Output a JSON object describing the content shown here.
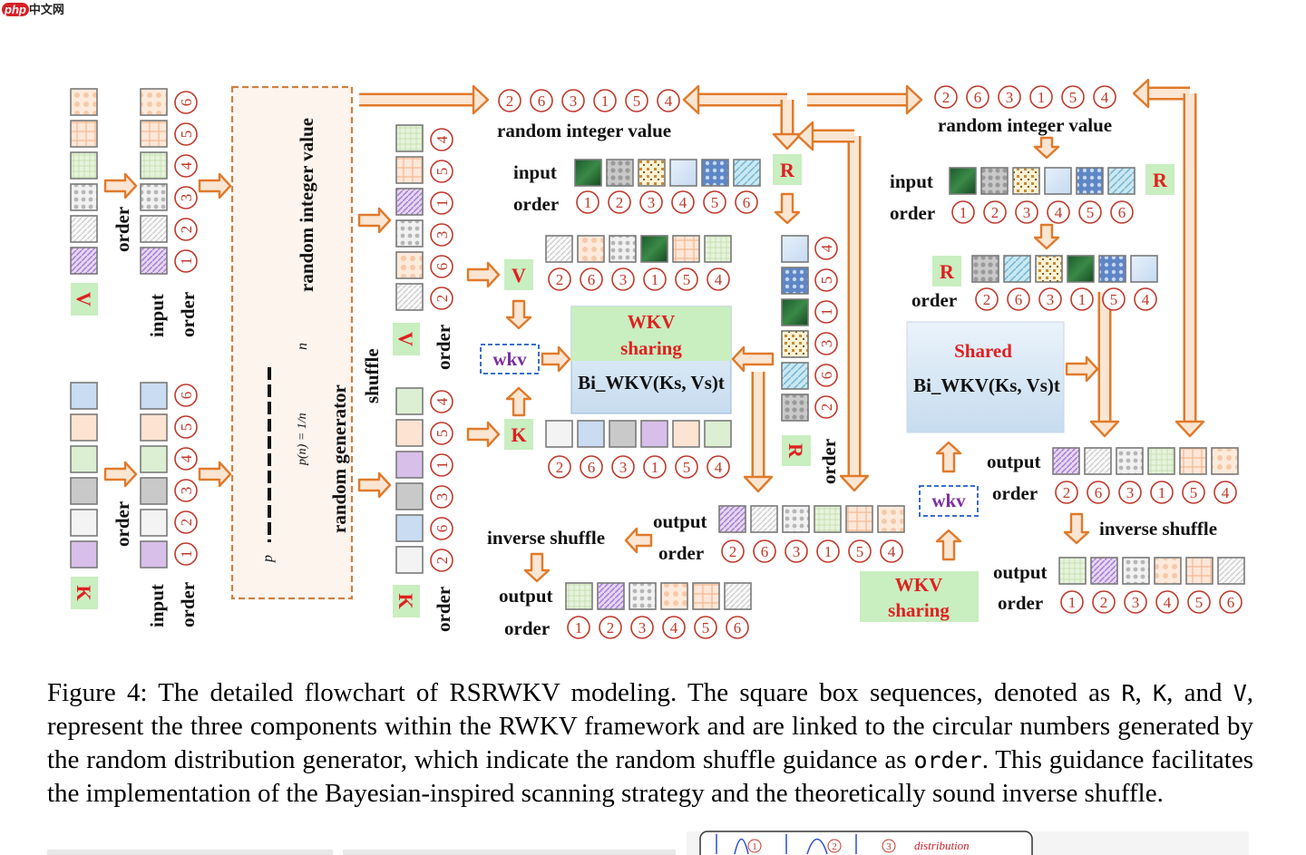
{
  "header": {
    "logo_php": "php",
    "logo_cn": "中文网"
  },
  "diagram": {
    "labels": {
      "order": "order",
      "input": "input",
      "output": "output",
      "shuffle": "shuffle",
      "inverse_shuffle": "inverse shuffle",
      "random_integer_value": "random integer value",
      "random_generator": "random generator",
      "wkv": "wkv",
      "wkv_sharing_1": "WKV",
      "wkv_sharing_2": "sharing",
      "shared": "Shared",
      "bi_wkv": "Bi_WKV(Ks, Vs)t",
      "formula": "p(n) = 1/n",
      "axis_p": "p",
      "axis_n": "n",
      "R": "R",
      "K": "K",
      "V": "V"
    },
    "order_natural": [
      "1",
      "2",
      "3",
      "4",
      "5",
      "6"
    ],
    "order_shuffled": [
      "2",
      "6",
      "3",
      "1",
      "5",
      "4"
    ],
    "colors": {
      "arrow": "#e07a2b",
      "arrow_fill": "#fbe6d3",
      "circle_stroke": "#c0392b",
      "circle_text": "#c0392b",
      "green_label": "#c9eec0",
      "red_text": "#e02020",
      "purple_text": "#7b2fa0",
      "dashed_box": "#d08040"
    }
  },
  "caption": {
    "part1": "Figure 4: The detailed flowchart of RSRWKV modeling. The square box sequences, denoted as ",
    "code_R": "R",
    "part2": ", ",
    "code_K": "K",
    "part3": ", and ",
    "code_V": "V",
    "part4": ", represent the three components within the RWKV framework and are linked to the circular numbers generated by the random distribution generator, which indicate the random shuffle guidance as ",
    "code_order": "order",
    "part5": ". This guidance facilitates the implementation of the Bayesian-inspired scanning strategy and the theoretically sound inverse shuffle."
  },
  "bottom_strip": {
    "c1": "1",
    "c2": "2",
    "c3": "3",
    "label": "distribution"
  }
}
